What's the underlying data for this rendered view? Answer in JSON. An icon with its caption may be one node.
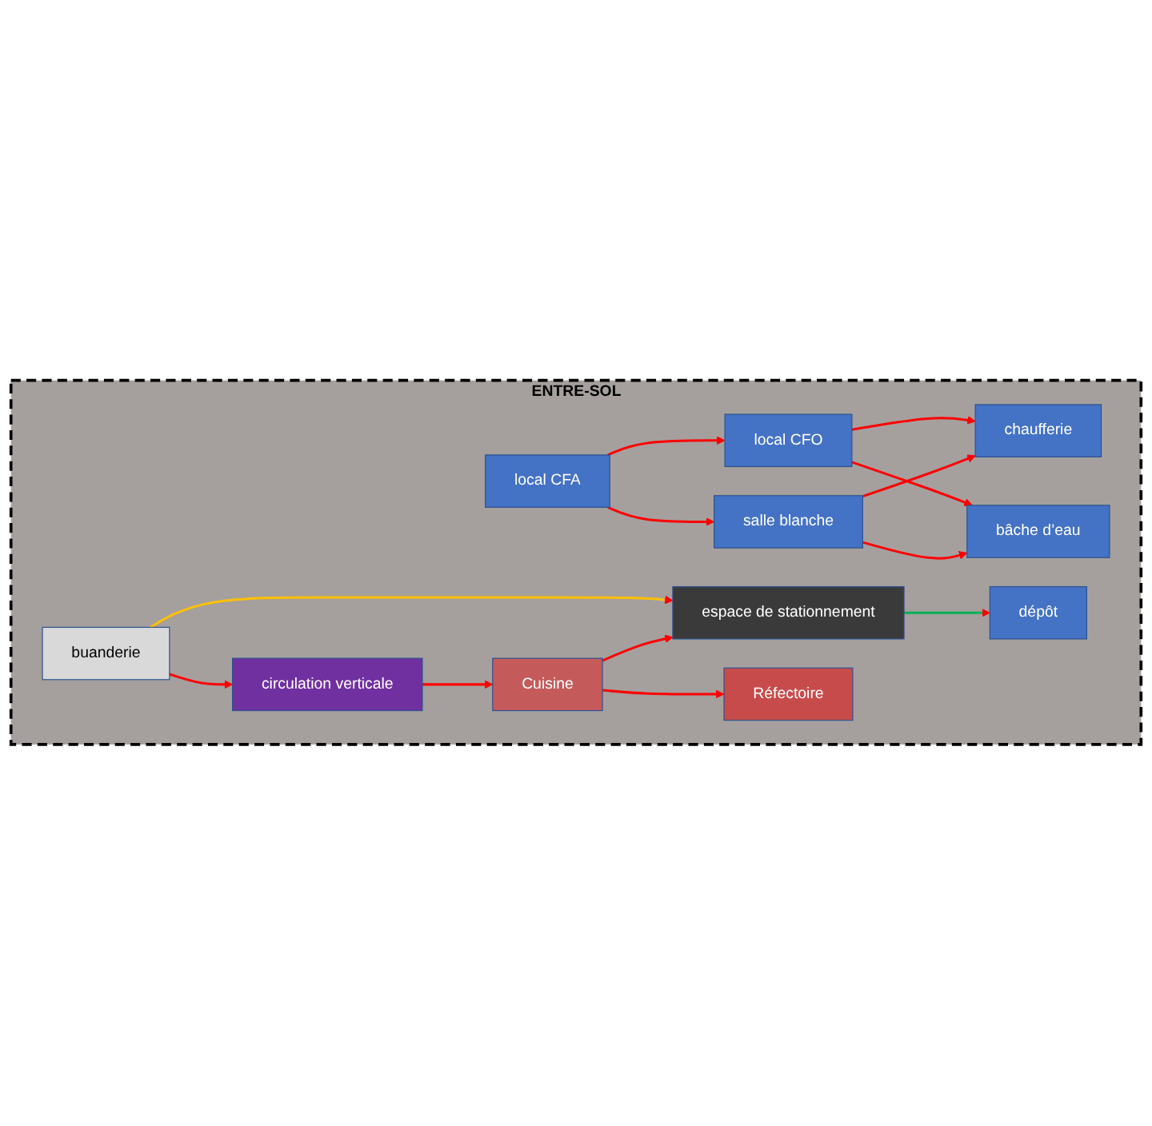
{
  "diagram": {
    "nodes": [
      {
        "text": [
          "ENTRE-SOL"
        ]
      },
      {
        "text": [
          "chaufferie"
        ],
        "in": 0
      },
      {
        "text": [
          "local CFO"
        ],
        "in": 0
      },
      {
        "text": [
          "bâche d’eau"
        ],
        "in": 0
      },
      {
        "text": [
          "local CFA"
        ],
        "in": 0
      },
      {
        "text": [
          "salle blanche"
        ],
        "in": 0
      },
      {
        "text": [
          "espace de stationnement"
        ],
        "in": 0
      },
      {
        "text": [
          "circulation verticale"
        ],
        "in": 0
      },
      {
        "text": [
          "dépôt"
        ],
        "in": 0
      },
      {
        "text": [
          "Cuisine"
        ],
        "in": 0
      },
      {
        "text": [
          "buanderie"
        ],
        "in": 0
      },
      {
        "text": [
          "Réfectoire"
        ],
        "in": 0
      }
    ],
    "edges": [
      {
        "from": 2,
        "to": 1,
        "arrow": "to"
      },
      {
        "from": 2,
        "to": 3,
        "arrow": "to"
      },
      {
        "from": 4,
        "to": 2,
        "arrow": "to"
      },
      {
        "from": 4,
        "to": 5,
        "arrow": "to"
      },
      {
        "from": 5,
        "to": 1,
        "arrow": "to"
      },
      {
        "from": 5,
        "to": 3,
        "arrow": "to"
      },
      {
        "from": 6,
        "to": 8,
        "arrow": "to",
        "color": "#00b050"
      },
      {
        "from": 10,
        "to": 6,
        "arrow": "to",
        "color": "#ffc000"
      },
      {
        "from": 9,
        "to": 6,
        "arrow": "to"
      },
      {
        "from": 10,
        "to": 7,
        "arrow": "to"
      },
      {
        "from": 7,
        "to": 9,
        "arrow": "to"
      },
      {
        "from": 9,
        "to": 11,
        "arrow": "to"
      }
    ]
  }
}
